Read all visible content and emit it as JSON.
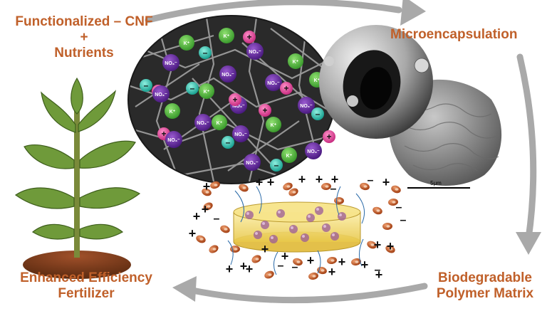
{
  "labels": {
    "cnf_line1": "Functionalized – CNF",
    "cnf_line2": "+",
    "cnf_line3": "Nutrients",
    "microencapsulation": "Microencapsulation",
    "matrix_line1": "Biodegradable",
    "matrix_line2": "Polymer Matrix",
    "fertilizer_line1": "Enhanced Efficiency",
    "fertilizer_line2": "Fertilizer"
  },
  "ions": {
    "potassium": "K⁺",
    "nitrate": "NO₃⁻",
    "positive": "+",
    "negative": "–"
  },
  "scale_bar": "5μm",
  "colors": {
    "label_text": "#c0602a",
    "cycle_arrow": "#a9a9a9",
    "potassium_ion": "#4caf3c",
    "nitrate_ion": "#6a2fa0",
    "cation_bead": "#e0509a",
    "anion_bead": "#2ec4b0",
    "matrix_cylinder": "#f3dc6a",
    "particle": "#c8602a"
  }
}
